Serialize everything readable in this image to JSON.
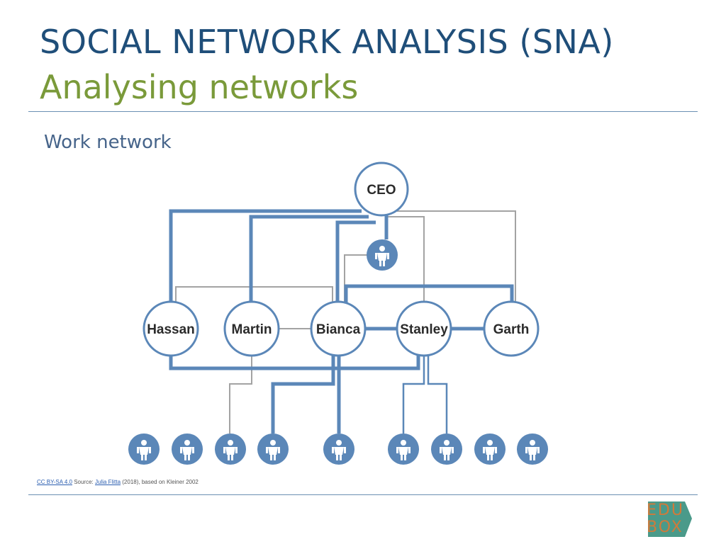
{
  "slide": {
    "title": "SOCIAL NETWORK ANALYSIS (SNA)",
    "subtitle": "Analysing networks",
    "section_heading": "Work network"
  },
  "diagram": {
    "nodes": {
      "ceo": "CEO",
      "hassan": "Hassan",
      "martin": "Martin",
      "bianca": "Bianca",
      "stanley": "Stanley",
      "garth": "Garth"
    },
    "person_icon": "person-icon",
    "colors": {
      "node_stroke": "#5b87b8",
      "strong_tie": "#5b87b8",
      "weak_tie": "#a3a3a3",
      "person_fill": "#5b87b8"
    }
  },
  "credit": {
    "license": "CC BY-SA 4.0",
    "source_label": "Source:",
    "author": "Julia Flitta",
    "rest": "(2018), based on Kleiner 2002"
  },
  "logo": {
    "line1": "EDU",
    "line2": "BOX"
  }
}
